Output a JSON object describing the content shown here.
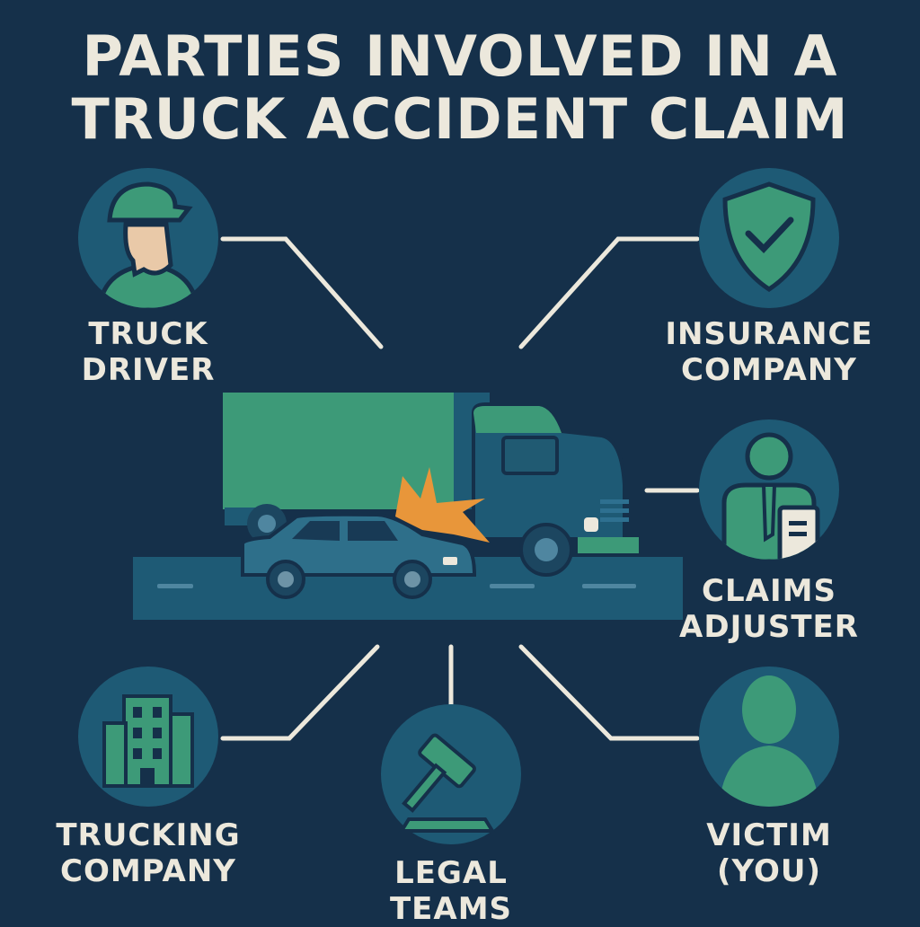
{
  "title": {
    "line1": "PARTIES INVOLVED IN A",
    "line2": "TRUCK ACCIDENT CLAIM"
  },
  "parties": [
    {
      "line1": "TRUCK",
      "line2": "DRIVER",
      "icon": "driver-icon"
    },
    {
      "line1": "INSURANCE",
      "line2": "COMPANY",
      "icon": "shield-check-icon"
    },
    {
      "line1": "CLAIMS",
      "line2": "ADJUSTER",
      "icon": "adjuster-icon"
    },
    {
      "line1": "TRUCKING",
      "line2": "COMPANY",
      "icon": "building-icon"
    },
    {
      "line1": "LEGAL",
      "line2": "TEAMS",
      "icon": "gavel-icon"
    },
    {
      "line1": "VICTIM",
      "line2": "(YOU)",
      "icon": "person-icon"
    }
  ],
  "colors": {
    "background": "#15304a",
    "circle": "#1e5a75",
    "green": "#3d9a78",
    "text": "#ece8dc",
    "orange": "#e8963a"
  }
}
